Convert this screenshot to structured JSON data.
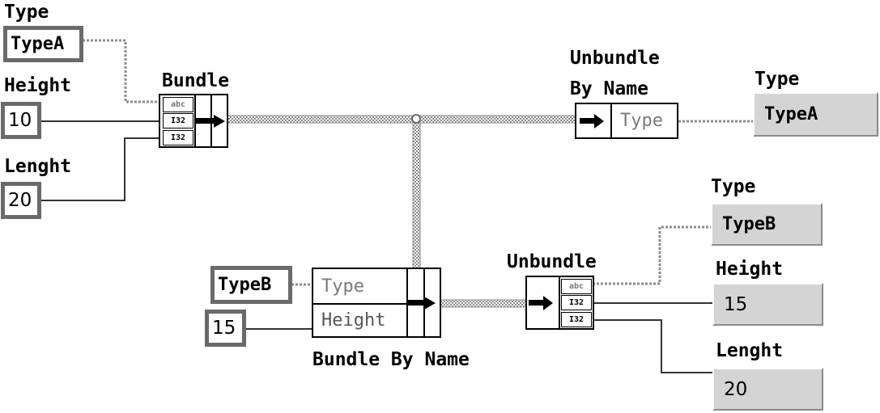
{
  "labels": {
    "type_a_label": "Type",
    "height_label": "Height",
    "length_label": "Lenght",
    "bundle_label": "Bundle",
    "unbundle_by_name_line1": "Unbundle",
    "unbundle_by_name_line2": "By Name",
    "type_out1_label": "Type",
    "type_out2_label": "Type",
    "unbundle_label": "Unbundle",
    "height_out_label": "Height",
    "length_out_label": "Lenght",
    "bundle_by_name_label": "Bundle By Name"
  },
  "constants": {
    "type_a": "TypeA",
    "height": "10",
    "length": "20",
    "type_b": "TypeB",
    "height_new": "15"
  },
  "indicators": {
    "type_out1": "TypeA",
    "type_out2": "TypeB",
    "height_out": "15",
    "length_out": "20"
  },
  "nodes": {
    "unbundle_by_name_element": "Type",
    "bundle_by_name_elements": [
      "Type",
      "Height"
    ],
    "terminal_types": {
      "string": "abc",
      "i32": "I32"
    }
  },
  "colors": {
    "constant_border": "#6a6a6a",
    "indicator_bg": "#d4d4d4",
    "cluster_wire": "#8c8c8c",
    "string_wire": "#8c8c8c",
    "numeric_wire": "#333333"
  }
}
